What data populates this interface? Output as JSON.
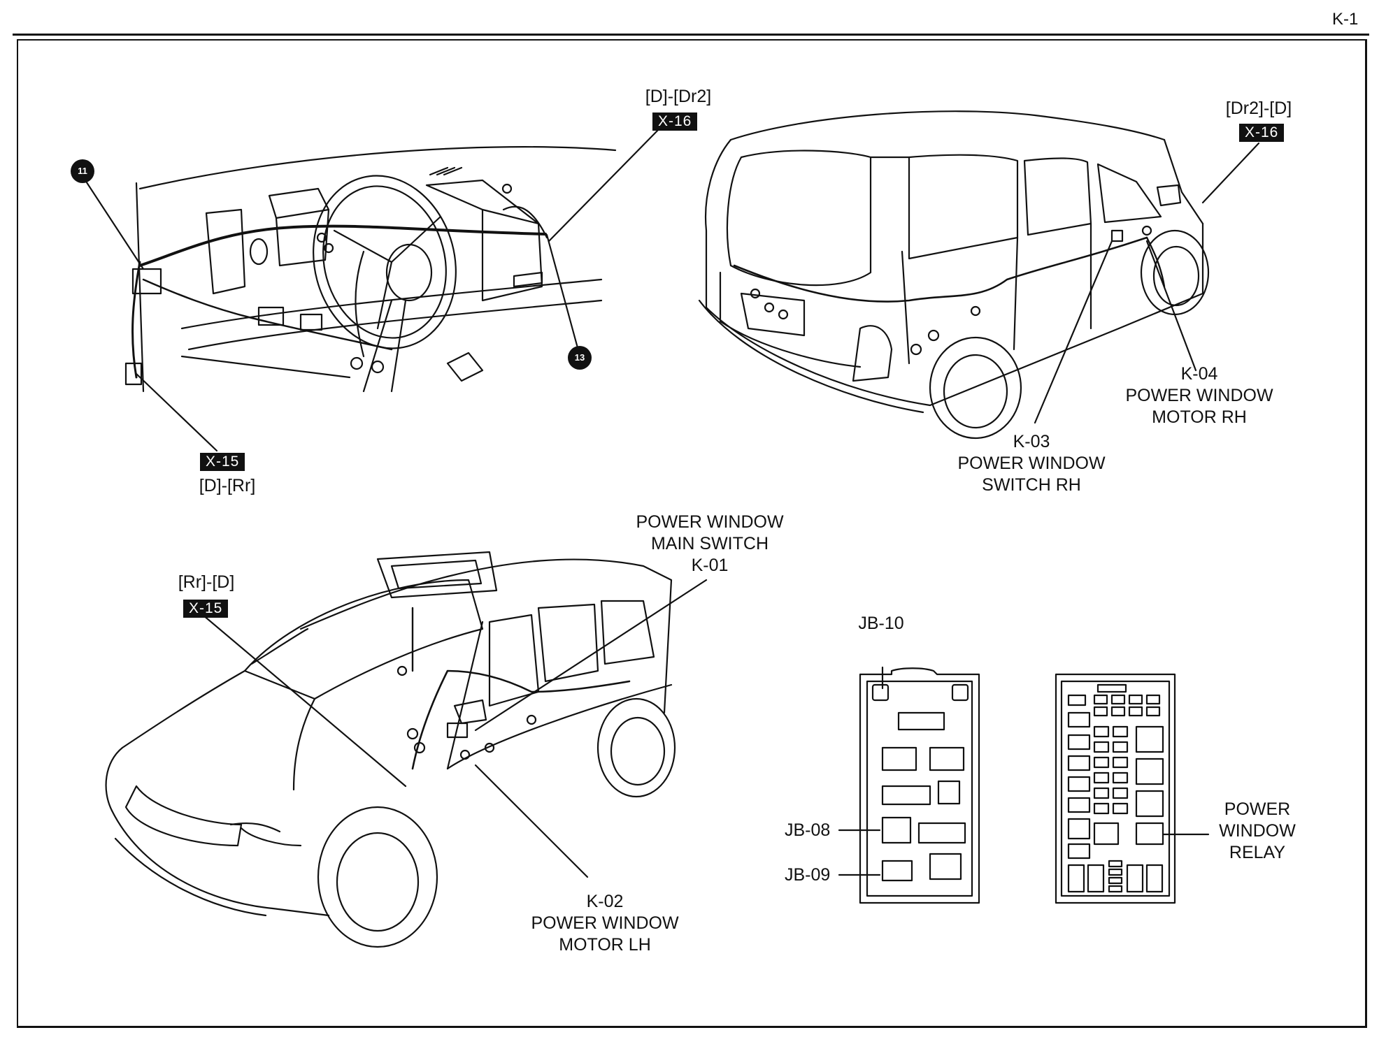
{
  "page": {
    "number": "K-1"
  },
  "badges": {
    "b11": "11",
    "b13": "13"
  },
  "callouts": {
    "x16_left": {
      "code": "[D]-[Dr2]",
      "tag": "X-16"
    },
    "x15_left": {
      "code": "[D]-[Rr]",
      "tag": "X-15"
    },
    "x16_right": {
      "code": "[Dr2]-[D]",
      "tag": "X-16"
    },
    "x15_lower": {
      "code": "[Rr]-[D]",
      "tag": "X-15"
    },
    "k01": "POWER WINDOW\nMAIN SWITCH\nK-01",
    "k02": "K-02\nPOWER WINDOW\nMOTOR LH",
    "k03": "K-03\nPOWER WINDOW\nSWITCH RH",
    "k04": "K-04\nPOWER WINDOW\nMOTOR RH",
    "jb10": "JB-10",
    "jb08": "JB-08",
    "jb09": "JB-09",
    "relay": "POWER\nWINDOW\nRELAY"
  }
}
